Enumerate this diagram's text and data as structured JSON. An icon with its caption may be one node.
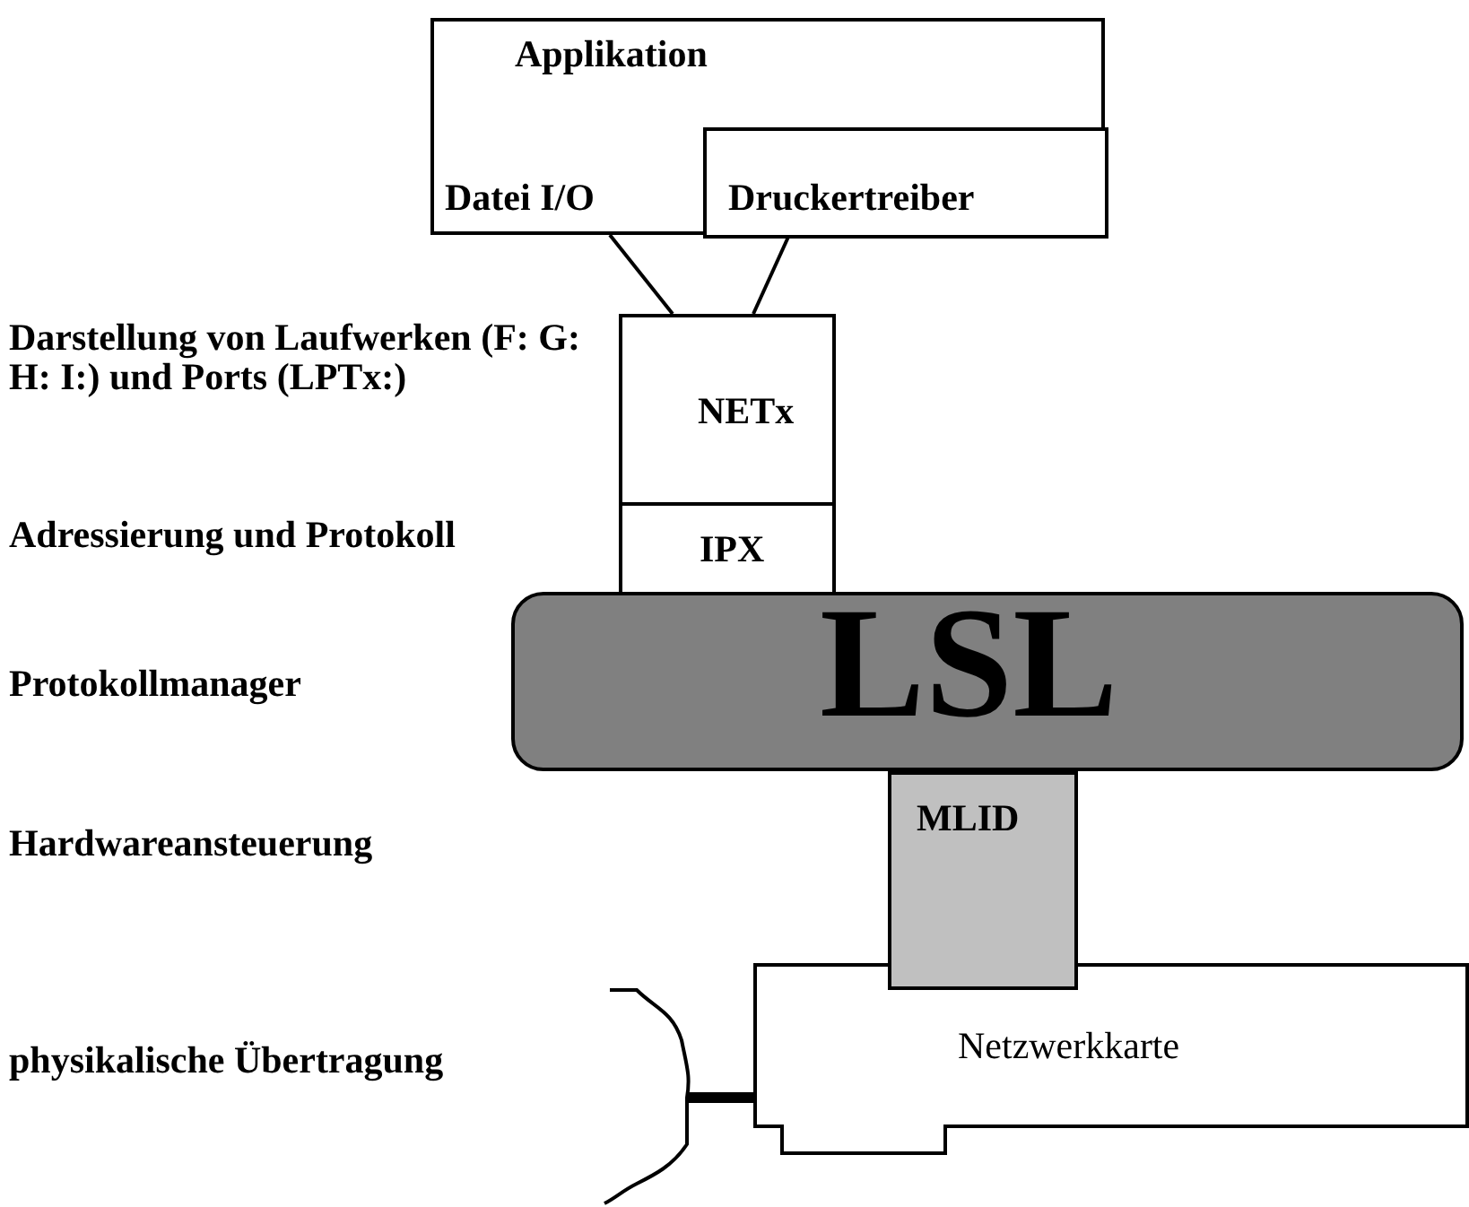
{
  "diagram": {
    "nodes": [
      {
        "text": [
          "Applikation",
          "Datei I/O"
        ]
      },
      {
        "text": [
          "Druckertreiber"
        ],
        "in": 0
      },
      {
        "text": [
          "NETx"
        ]
      },
      {
        "text": [
          "IPX"
        ]
      },
      {
        "text": [
          "LSL"
        ]
      },
      {
        "text": [
          "MLID"
        ]
      },
      {
        "text": [
          "Netzwerkkarte"
        ]
      },
      {
        "text": [],
        "shape": "cable"
      },
      {
        "text": [],
        "shape": "bar"
      }
    ],
    "edges": [
      {
        "from": 0,
        "to": 2,
        "arrow": "none"
      },
      {
        "from": 1,
        "to": 2,
        "arrow": "none"
      },
      {
        "from": 6,
        "to": 7,
        "arrow": "none",
        "style": "thick"
      }
    ],
    "labels": [
      "Darstellung von Laufwerken (F: G: H: I:) und Ports (LPTx:)",
      "Adressierung und Protokoll",
      "Protokollmanager",
      "Hardwareansteuerung",
      "physikalische Übertragung"
    ]
  }
}
